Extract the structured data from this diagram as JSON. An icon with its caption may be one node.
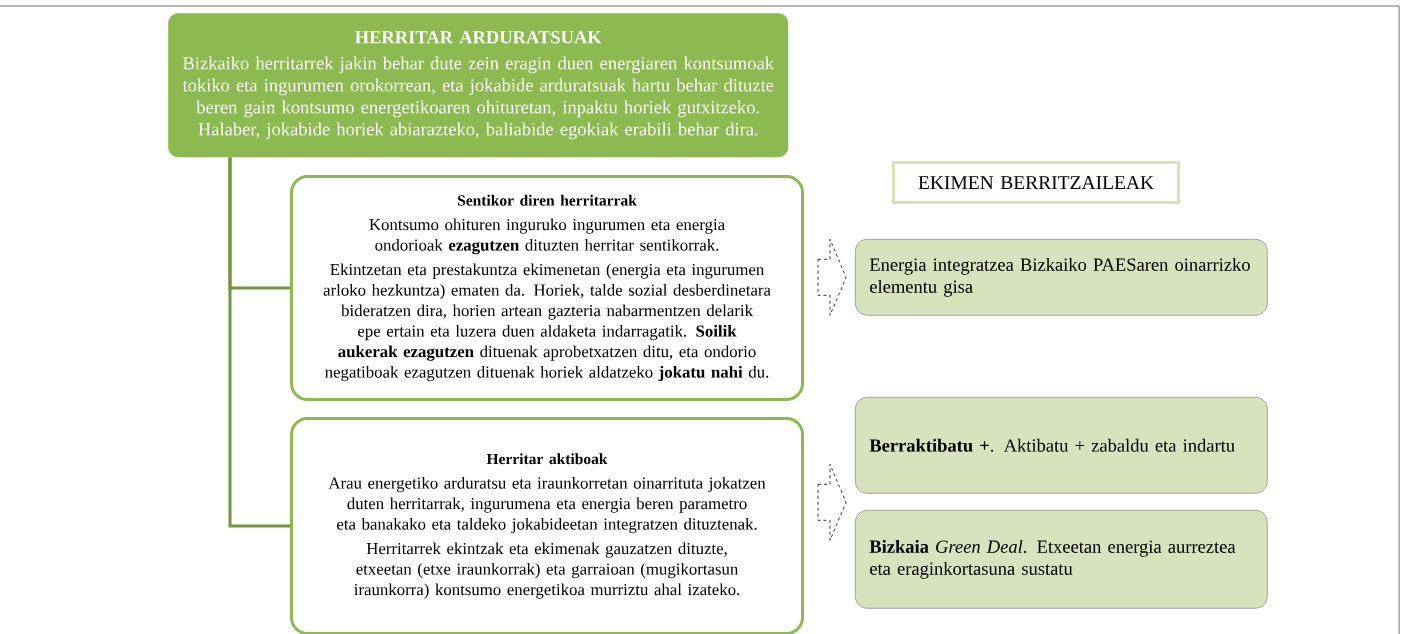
{
  "diagram": {
    "nodes": [
      {
        "text": [
          "HERRITAR ARDURATSUAK",
          "Bizkaiko herritarrek jakin behar dute zein eragin duen energiaren kontsumoak tokiko eta ingurumen orokorrean, eta jokabide arduratsuak hartu behar dituzte beren gain kontsumo energetikoaren ohituretan, inpaktu horiek gutxitzeko. Halaber, jokabide horiek abiarazteko, baliabide egokiak erabili behar dira."
        ]
      },
      {
        "text": [
          "Sentikor diren herritarrak",
          "Kontsumo ohituren inguruko ingurumen eta energia ondorioak **ezagutzen** dituzten herritar sentikorrak.",
          "Ekintzetan eta prestakuntza ekimenetan (energia eta ingurumen arloko hezkuntza) ematen da. Horiek, talde sozial desberdinetara bideratzen dira, horien artean gazteria nabarmentzen delarik epe ertain eta luzera duen aldaketa indarragatik. **Soilik aukerak ezagutzen** dituenak aprobetxatzen ditu, eta ondorio negatiboak ezagutzen dituenak horiek aldatzeko **jokatu nahi** du."
        ]
      },
      {
        "text": [
          "Herritar aktiboak",
          "Arau energetiko arduratsu eta iraunkorretan oinarrituta jokatzen duten herritarrak, ingurumena eta energia beren parametro eta banakako eta taldeko jokabideetan integratzen dituztenak.",
          "Herritarrek ekintzak eta ekimenak gauzatzen dituzte, etxeetan (etxe iraunkorrak) eta garraioan (mugikortasun iraunkorra) kontsumo energetikoa murriztu ahal izateko."
        ]
      },
      {
        "text": [
          "EKIMEN BERRITZAILEAK"
        ]
      },
      {
        "text": [
          "Energia integratzea Bizkaiko PAESaren oinarrizko elementu gisa"
        ]
      },
      {
        "text": [
          "**Berraktibatu +**. Aktibatu + zabaldu eta indartu"
        ]
      },
      {
        "text": [
          "**Bizkaia** *Green Deal*. Etxeetan energia aurreztea eta eraginkortasuna sustatu"
        ]
      }
    ],
    "edges": [
      {
        "from": 0,
        "to": 1,
        "arrow": "none"
      },
      {
        "from": 0,
        "to": 2,
        "arrow": "none"
      },
      {
        "from": 1,
        "to": 4,
        "arrow": "to",
        "style": "dashed"
      },
      {
        "from": 2,
        "to": 5,
        "arrow": "to",
        "style": "dashed"
      },
      {
        "from": 2,
        "to": 6,
        "arrow": "to",
        "style": "dashed"
      }
    ]
  }
}
